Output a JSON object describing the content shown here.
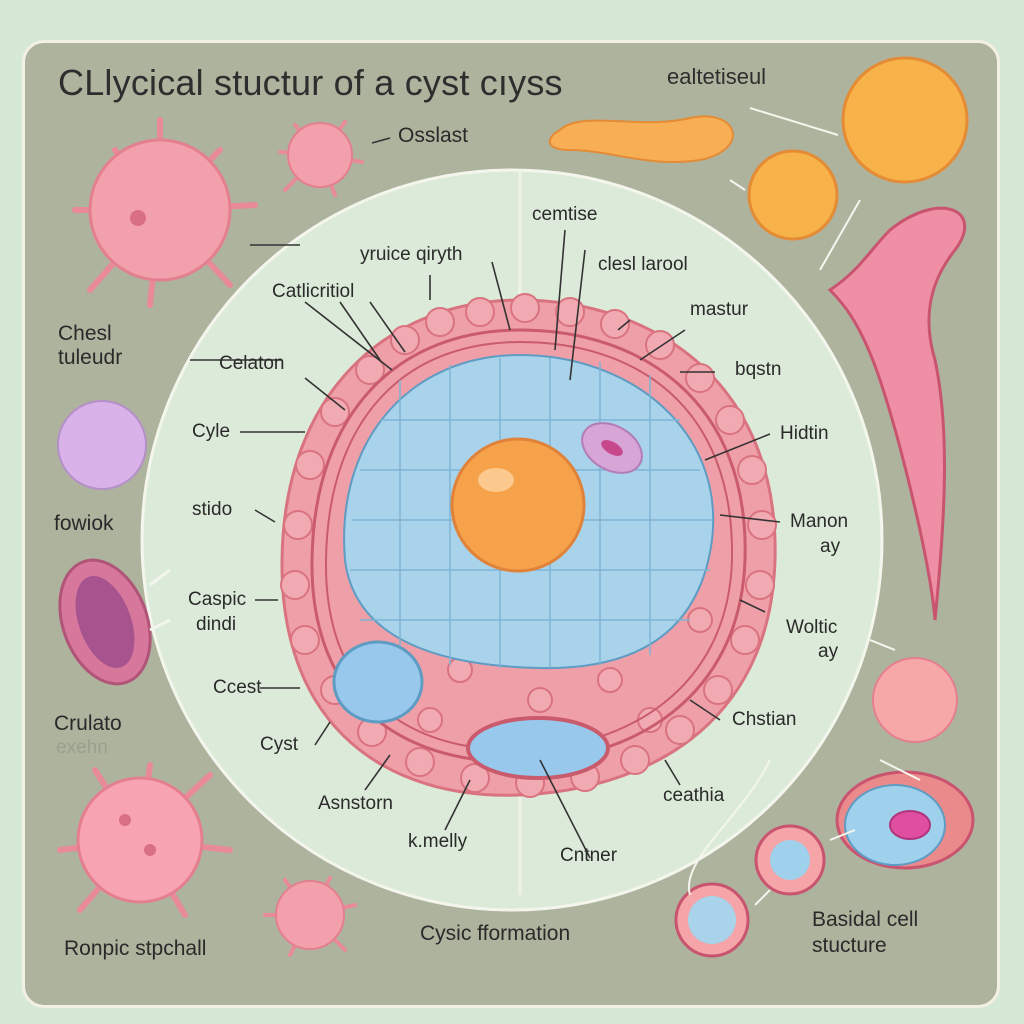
{
  "title": "CLlycical stuctur of a cyst cıyss",
  "subtitle": "ealtetiseul",
  "labels": {
    "top_osslast": "Osslast",
    "left_chesl_1": "Chesl",
    "left_chesl_2": "tuleudr",
    "left_fowiok": "fowiok",
    "left_crulato": "Crulato",
    "left_crulato_faint": "exehn",
    "bottom_left": "Ronpic stpchall",
    "bottom_center": "Cysic fformation",
    "bottom_right_1": "Basidal cell",
    "bottom_right_2": "stucture",
    "cemtise": "cemtise",
    "yruice": "yruice qiryth",
    "cleslarool": "clesl larool",
    "catlicritol": "Catlicritiol",
    "mastur": "mastur",
    "celaton": "Celaton",
    "bqsin": "bqstn",
    "cyle": "Cyle",
    "hidtin": "Hidtin",
    "stido": "stido",
    "manon_1": "Manon",
    "manon_2": "ay",
    "caspic_1": "Caspic",
    "caspic_2": "dindi",
    "woltic_1": "Woltic",
    "woltic_2": "ay",
    "ccest": "Ccest",
    "chstian": "Chstian",
    "cyst": "Cyst",
    "asnstorn": "Asnstorn",
    "ceathia": "ceathia",
    "kmelly": "k.melly",
    "cntner": "Cntner"
  },
  "colors": {
    "background": "#d6e9d6",
    "panel": "#aeb39e",
    "circle": "#dcebd9",
    "cell_pink": "#ef9fa8",
    "cytoplasm_blue": "#a9d3ea",
    "nucleus_orange": "#f5a24b"
  }
}
